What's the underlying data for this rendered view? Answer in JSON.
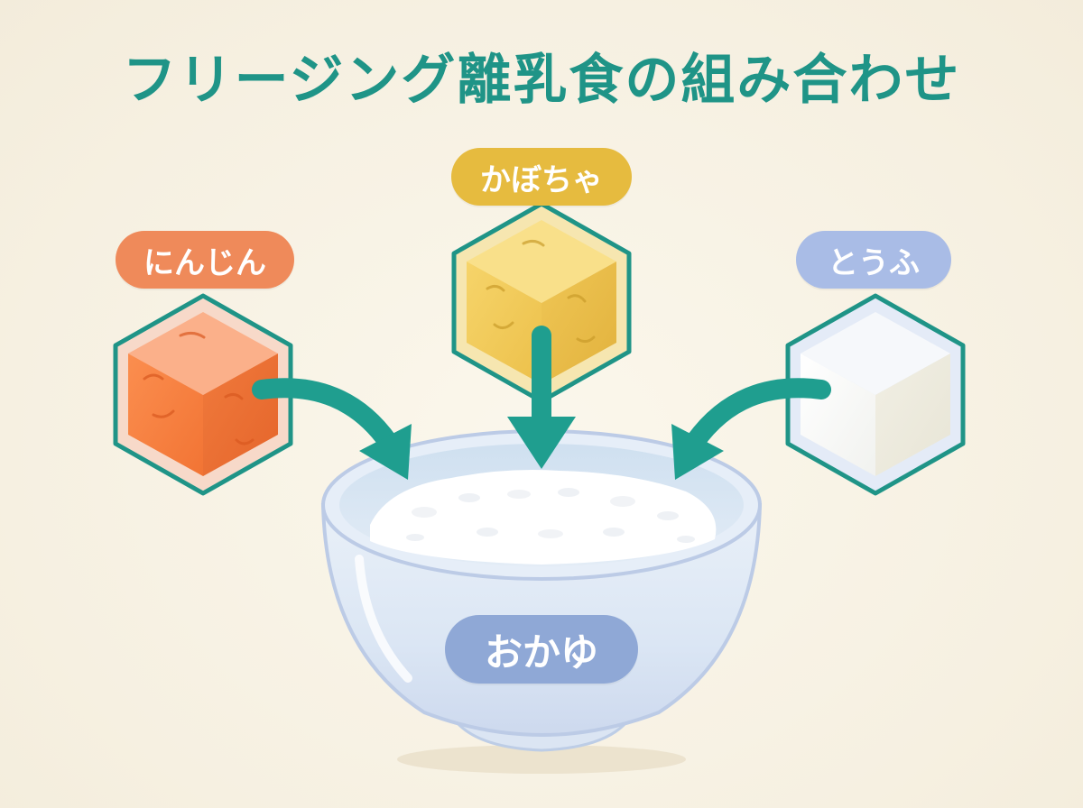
{
  "title": "フリージング離乳食の組み合わせ",
  "ingredients": [
    {
      "label": "にんじん",
      "color": "#ef8a5a"
    },
    {
      "label": "かぼちゃ",
      "color": "#e6bb3f"
    },
    {
      "label": "とうふ",
      "color": "#a9bce6"
    }
  ],
  "bowl": {
    "label": "おかゆ",
    "color": "#8fa8d6"
  },
  "colors": {
    "accent": "#1f9487",
    "background": "#f8f3e6"
  }
}
